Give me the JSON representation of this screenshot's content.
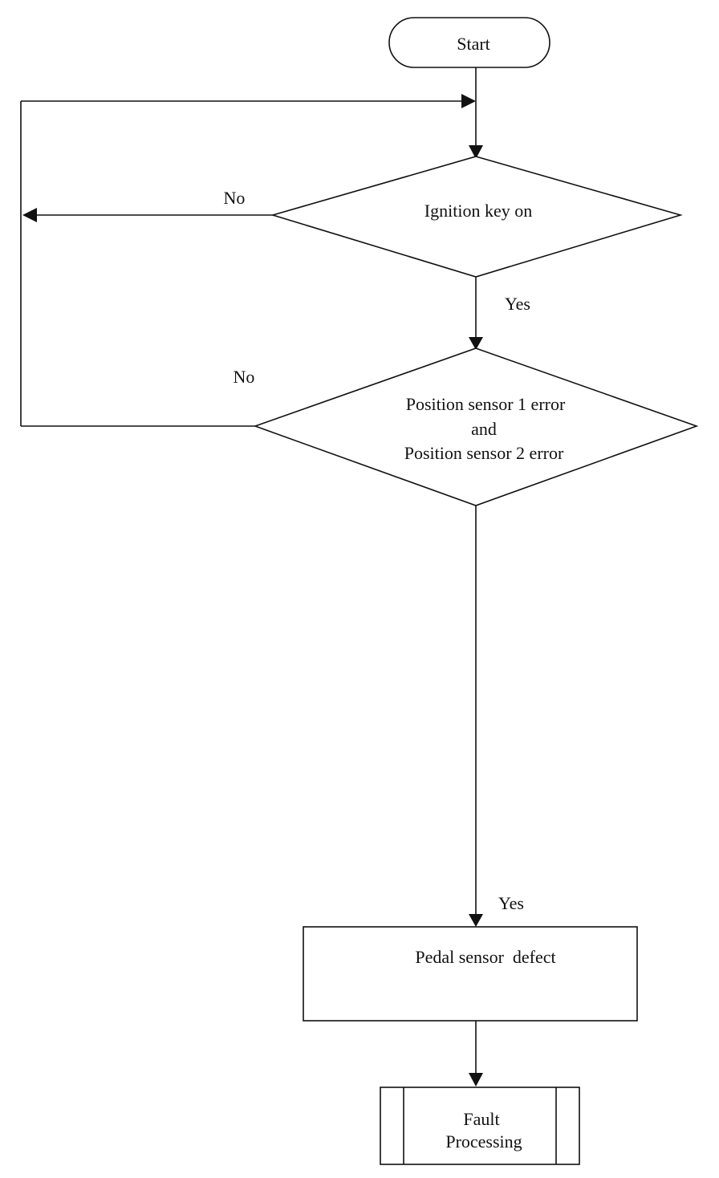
{
  "nodes": {
    "start": "Start",
    "decision_ignition": "Ignition key on",
    "decision_sensors": {
      "line1": "Position sensor 1 error",
      "line2": "and",
      "line3": "Position sensor 2 error"
    },
    "process_defect": "Pedal sensor  defect",
    "subprocess_fault": {
      "line1": "Fault",
      "line2": "Processing"
    }
  },
  "edge_labels": {
    "ignition_no": "No",
    "ignition_yes": "Yes",
    "sensors_no": "No",
    "sensors_yes": "Yes"
  },
  "colors": {
    "stroke": "#111111",
    "background": "#ffffff"
  }
}
